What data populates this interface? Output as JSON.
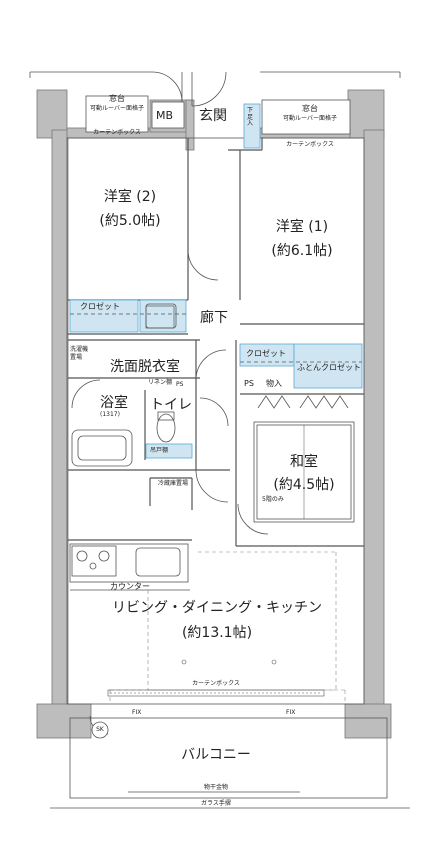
{
  "rooms": {
    "western2_name": "洋室 (2)",
    "western2_size": "(約5.0帖)",
    "western1_name": "洋室 (1)",
    "western1_size": "(約6.1帖)",
    "entrance": "玄関",
    "shoe_storage": "下足入",
    "mb": "MB",
    "corridor": "廊下",
    "closet_west": "クロゼット",
    "washroom": "洗面脱衣室",
    "washer_area": "洗濯機置場",
    "linen": "リネン棚",
    "ps_wash": "PS",
    "bath": "浴室",
    "bath_size": "(1317)",
    "toilet": "トイレ",
    "hanging_shelf": "吊戸棚",
    "fridge_area": "冷蔵庫置場",
    "closet_east": "クロゼット",
    "futon_closet": "ふとんクロゼット",
    "ps_east": "PS",
    "storage": "物入",
    "japanese_name": "和室",
    "japanese_size": "(約4.5帖)",
    "fifth_floor_only": "5階のみ",
    "counter": "カウンター",
    "ldk_name": "リビング・ダイニング・キッチン",
    "ldk_size": "(約13.1帖)",
    "balcony": "バルコニー",
    "sk": "SK"
  },
  "annotations": {
    "window_left": "窓台",
    "louver_left": "可動ルーバー面格子",
    "curtain_box_left": "カーテンボックス",
    "window_right": "窓台",
    "louver_right": "可動ルーバー面格子",
    "curtain_box_right": "カーテンボックス",
    "curtain_box_bottom": "カーテンボックス",
    "fix_left": "FIX",
    "fix_right": "FIX",
    "drying_hardware": "物干金物",
    "glass_railing": "ガラス手摺"
  },
  "colors": {
    "closet_fill": "#cfe6f2",
    "closet_stroke": "#5aa9d6",
    "wall": "#bdbdbd",
    "line": "#555555"
  }
}
